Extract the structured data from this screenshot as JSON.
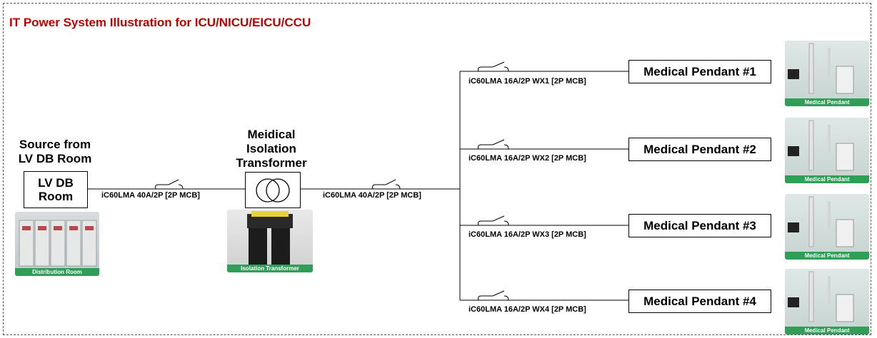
{
  "title": "IT Power System Illustration for ICU/NICU/EICU/CCU",
  "source": {
    "title_line1": "Source from",
    "title_line2": "LV DB Room",
    "box_line1": "LV DB",
    "box_line2": "Room",
    "photo_caption": "Distribution Room"
  },
  "breaker_main_1": "iC60LMA 40A/2P [2P MCB]",
  "transformer": {
    "title_line1": "Meidical",
    "title_line2": "Isolation",
    "title_line3": "Transformer",
    "photo_caption": "Isolation Transformer"
  },
  "breaker_main_2": "iC60LMA 40A/2P [2P MCB]",
  "branches": [
    {
      "breaker": "iC60LMA 16A/2P WX1 [2P MCB]",
      "pendant": "Medical Pendant #1",
      "photo_caption": "Medical Pendant"
    },
    {
      "breaker": "iC60LMA 16A/2P WX2 [2P MCB]",
      "pendant": "Medical Pendant #2",
      "photo_caption": "Medical Pendant"
    },
    {
      "breaker": "iC60LMA 16A/2P WX3 [2P MCB]",
      "pendant": "Medical Pendant #3",
      "photo_caption": "Medical Pendant"
    },
    {
      "breaker": "iC60LMA 16A/2P WX4 [2P MCB]",
      "pendant": "Medical Pendant #4",
      "photo_caption": "Medical Pendant"
    }
  ],
  "colors": {
    "title": "#c00000",
    "caption_bg": "#2f9e57",
    "line": "#000000"
  }
}
